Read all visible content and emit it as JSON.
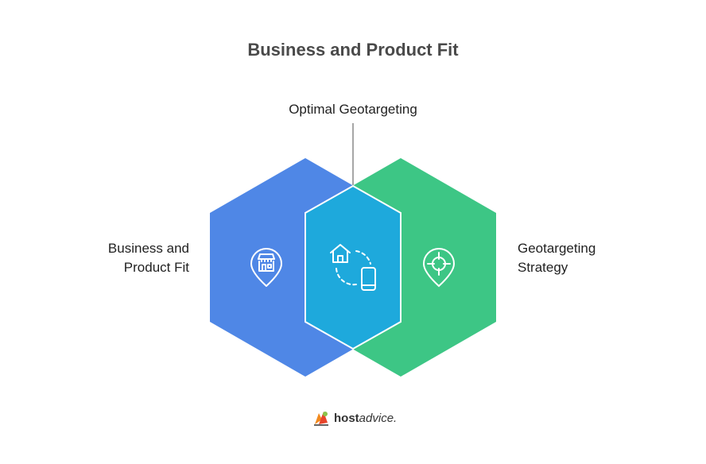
{
  "title": "Business and Product Fit",
  "labels": {
    "top": "Optimal Geotargeting",
    "left_line1": "Business and",
    "left_line2": "Product Fit",
    "right_line1": "Geotargeting",
    "right_line2": "Strategy"
  },
  "logo": {
    "bold": "host",
    "rest": "advice."
  },
  "colors": {
    "left_hex": "#4f87e6",
    "center_hex": "#1ea9dc",
    "right_hex": "#3dc685",
    "title": "#4a4a4a",
    "text": "#222222"
  },
  "icons": {
    "left": "store-location-icon",
    "center": "home-phone-sync-icon",
    "right": "target-location-icon"
  }
}
